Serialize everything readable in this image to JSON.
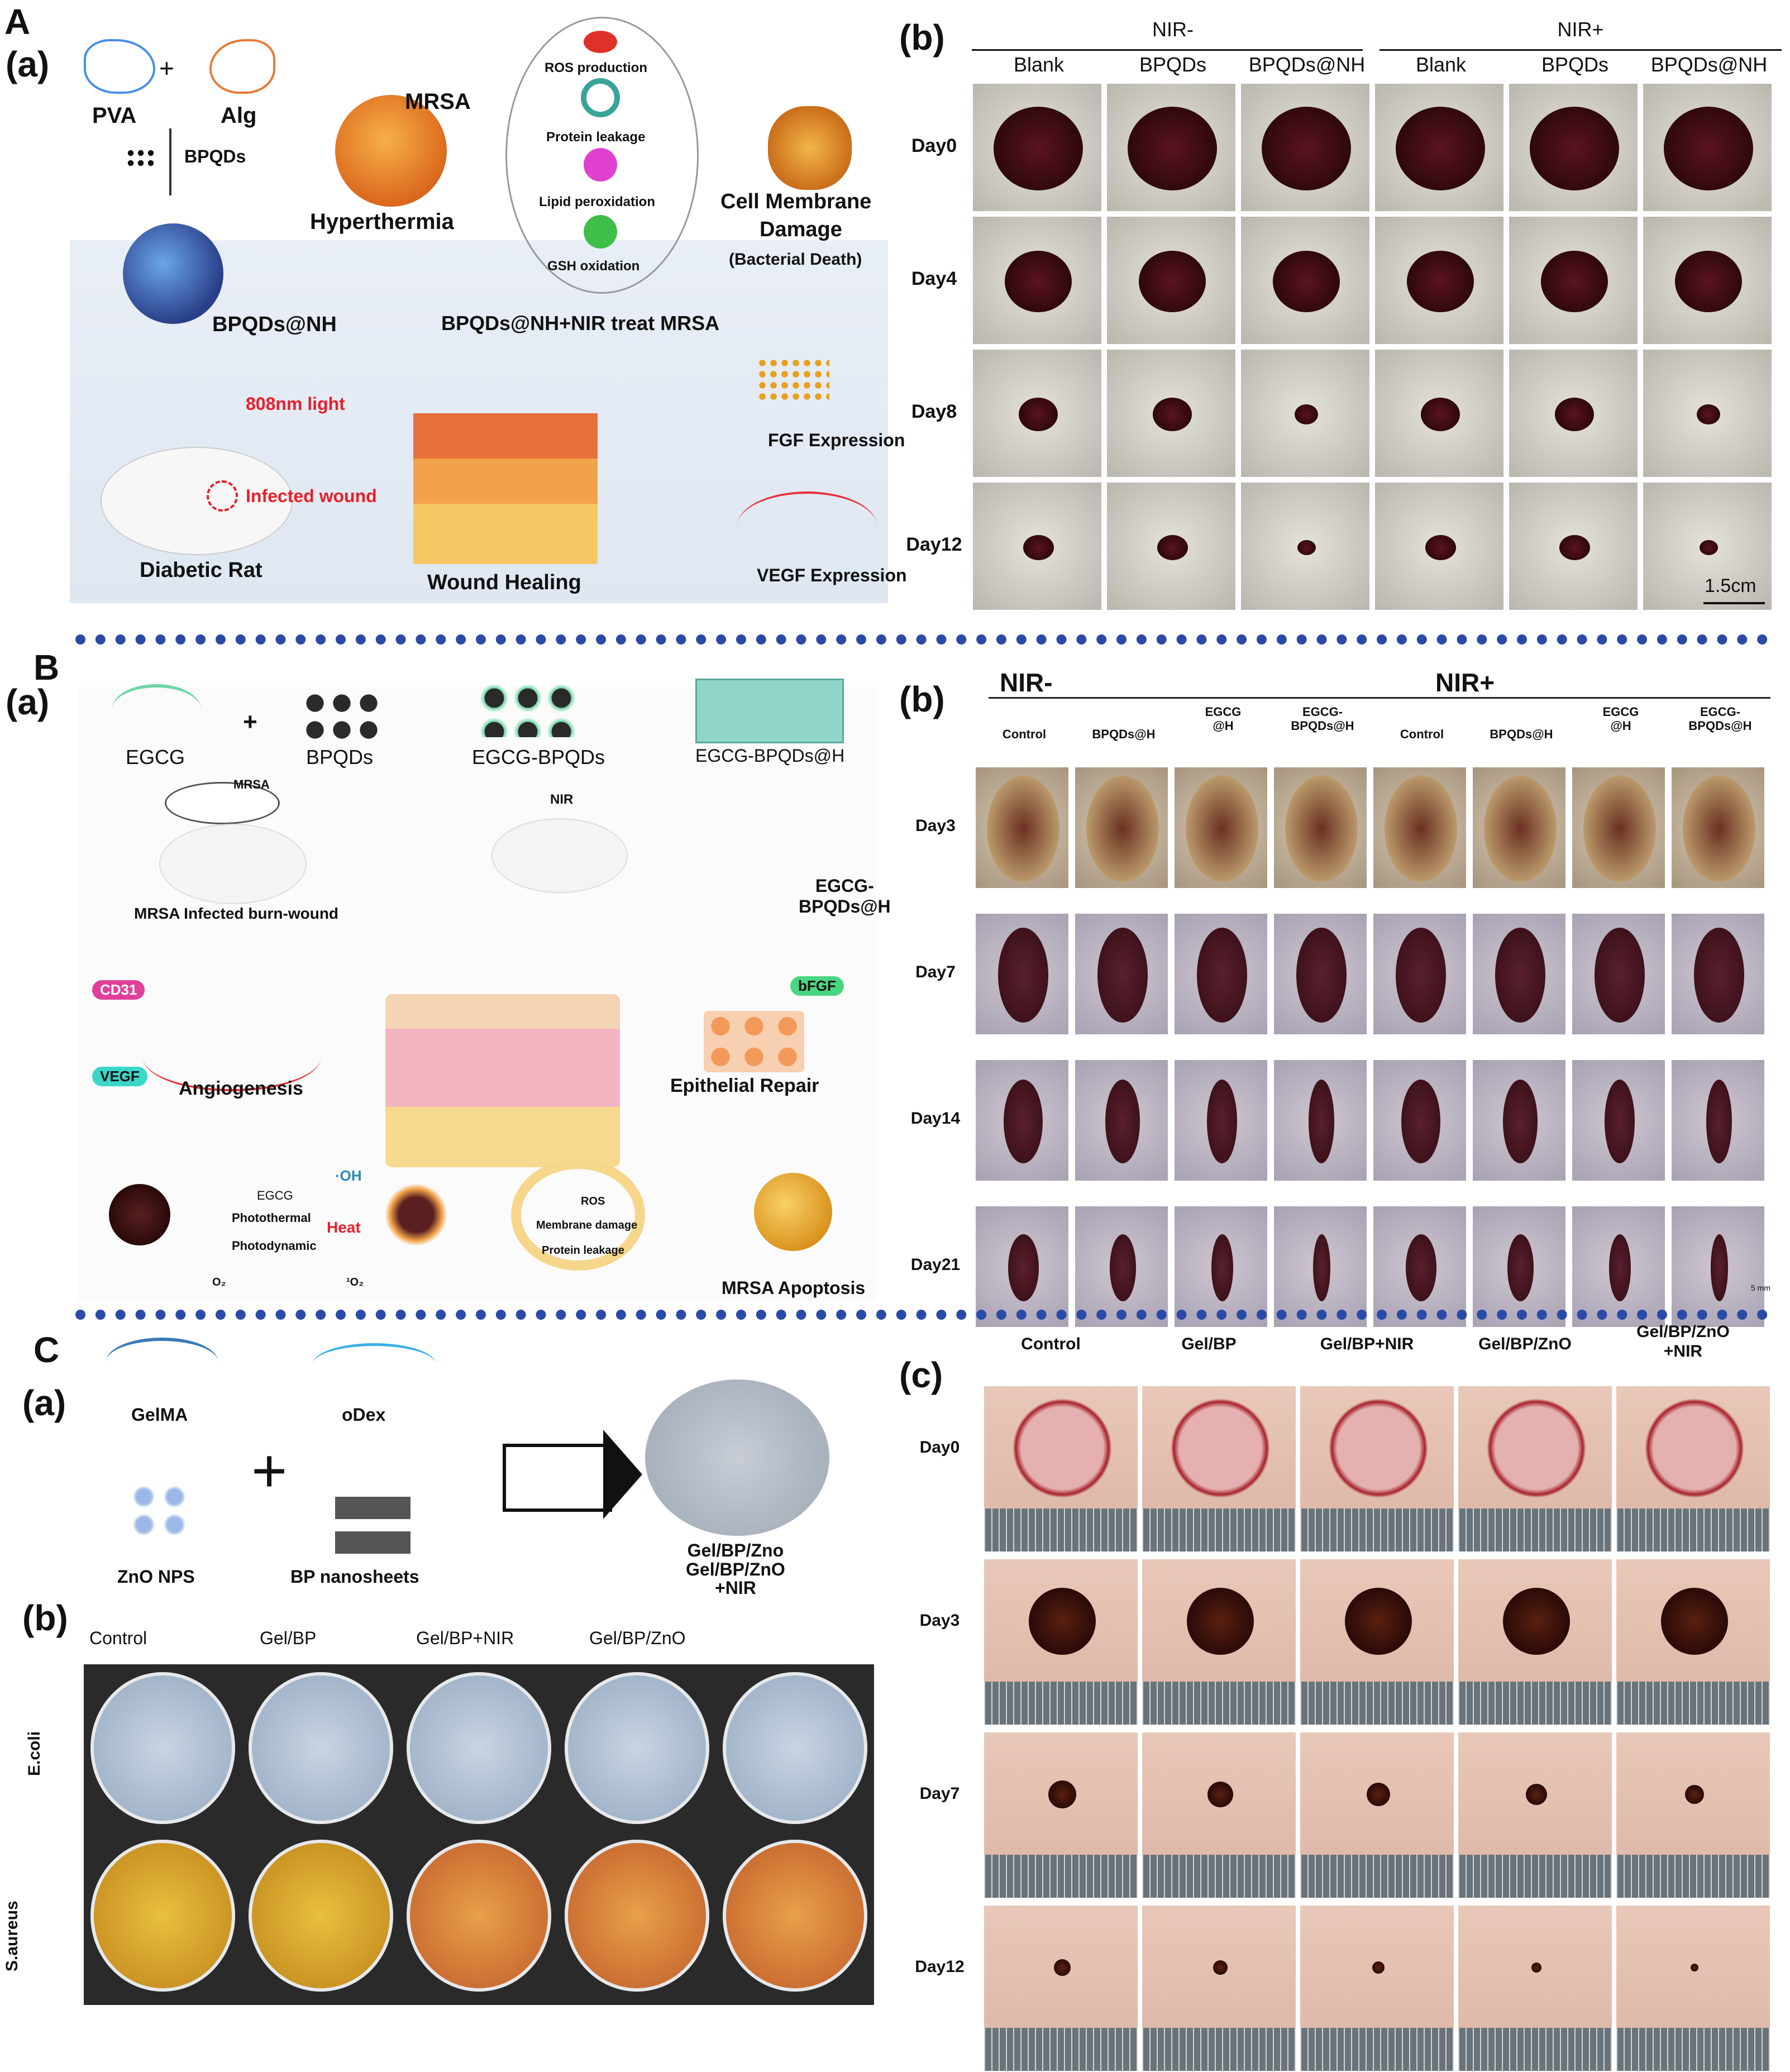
{
  "panel_A": {
    "letter": "A",
    "a": {
      "letter": "(a)",
      "labels": {
        "pva": "PVA",
        "alg": "Alg",
        "plus": "+",
        "bpqds": "BPQDs",
        "bpqds_nh": "BPQDs@NH",
        "mrsa": "MRSA",
        "hyperthermia": "Hyperthermia",
        "ros": "ROS production",
        "protein": "Protein leakage",
        "lipid": "Lipid peroxidation",
        "gsh": "GSH oxidation",
        "cell_membrane": "Cell Membrane",
        "damage": "Damage",
        "death": "(Bacterial Death)",
        "treat": "BPQDs@NH+NIR treat MRSA",
        "light": "808nm light",
        "infected": "Infected wound",
        "rat": "Diabetic Rat",
        "healing": "Wound Healing",
        "fgf": "FGF Expression",
        "vegf": "VEGF Expression"
      }
    },
    "b": {
      "letter": "(b)",
      "groups": [
        "NIR-",
        "NIR+"
      ],
      "columns": [
        "Blank",
        "BPQDs",
        "BPQDs@NH",
        "Blank",
        "BPQDs",
        "BPQDs@NH"
      ],
      "rows": [
        "Day0",
        "Day4",
        "Day8",
        "Day12"
      ],
      "scale_bar": "1.5cm"
    }
  },
  "panel_B": {
    "letter": "B",
    "a": {
      "letter": "(a)",
      "labels": {
        "egcg": "EGCG",
        "plus": "+",
        "bpqds": "BPQDs",
        "egcg_bpqds": "EGCG-BPQDs",
        "egcg_bpqds_h": "EGCG-BPQDs@H",
        "mrsa": "MRSA",
        "nir": "NIR",
        "infected": "MRSA Infected burn-wound",
        "side_label": "EGCG-\nBPQDs@H",
        "cd31": "CD31",
        "vegf": "VEGF",
        "bfgf": "bFGF",
        "angiogenesis": "Angiogenesis",
        "epithelial": "Epithelial Repair",
        "egcg_arrow": "EGCG",
        "photothermal": "Photothermal",
        "photodynamic": "Photodynamic",
        "heat": "Heat",
        "oh": "·OH",
        "o2": "O₂",
        "singlet": "¹O₂",
        "ros": "ROS",
        "membrane": "Membrane damage",
        "protein": "Protein leakage",
        "apoptosis": "MRSA Apoptosis"
      }
    },
    "b": {
      "letter": "(b)",
      "groups": [
        "NIR-",
        "NIR+"
      ],
      "columns": [
        "Control",
        "BPQDs@H",
        "EGCG\n@H",
        "EGCG-\nBPQDs@H",
        "Control",
        "BPQDs@H",
        "EGCG\n@H",
        "EGCG-\nBPQDs@H"
      ],
      "rows": [
        "Day3",
        "Day7",
        "Day14",
        "Day21"
      ],
      "scale_bar": "5 mm"
    }
  },
  "panel_C": {
    "letter": "C",
    "a": {
      "letter": "(a)",
      "labels": {
        "gelma": "GelMA",
        "odex": "oDex",
        "zno": "ZnO NPS",
        "bp": "BP nanosheets",
        "plus": "+",
        "product": "Gel/BP/Zno\nGel/BP/ZnO\n+NIR"
      }
    },
    "b": {
      "letter": "(b)",
      "columns": [
        "Control",
        "Gel/BP",
        "Gel/BP+NIR",
        "Gel/BP/ZnO"
      ],
      "rows": [
        "E.coli",
        "S.aureus"
      ]
    },
    "c": {
      "letter": "(c)",
      "columns": [
        "Control",
        "Gel/BP",
        "Gel/BP+NIR",
        "Gel/BP/ZnO",
        "Gel/BP/ZnO\n+NIR"
      ],
      "rows": [
        "Day0",
        "Day3",
        "Day7",
        "Day12"
      ]
    }
  },
  "colors": {
    "separator": "#2a4aa8",
    "wound_dark": "#3a0d14",
    "ros": "#e0302a",
    "lipid": "#e040d0",
    "gsh": "#3fbf4a",
    "accent_red": "#e8202a"
  }
}
